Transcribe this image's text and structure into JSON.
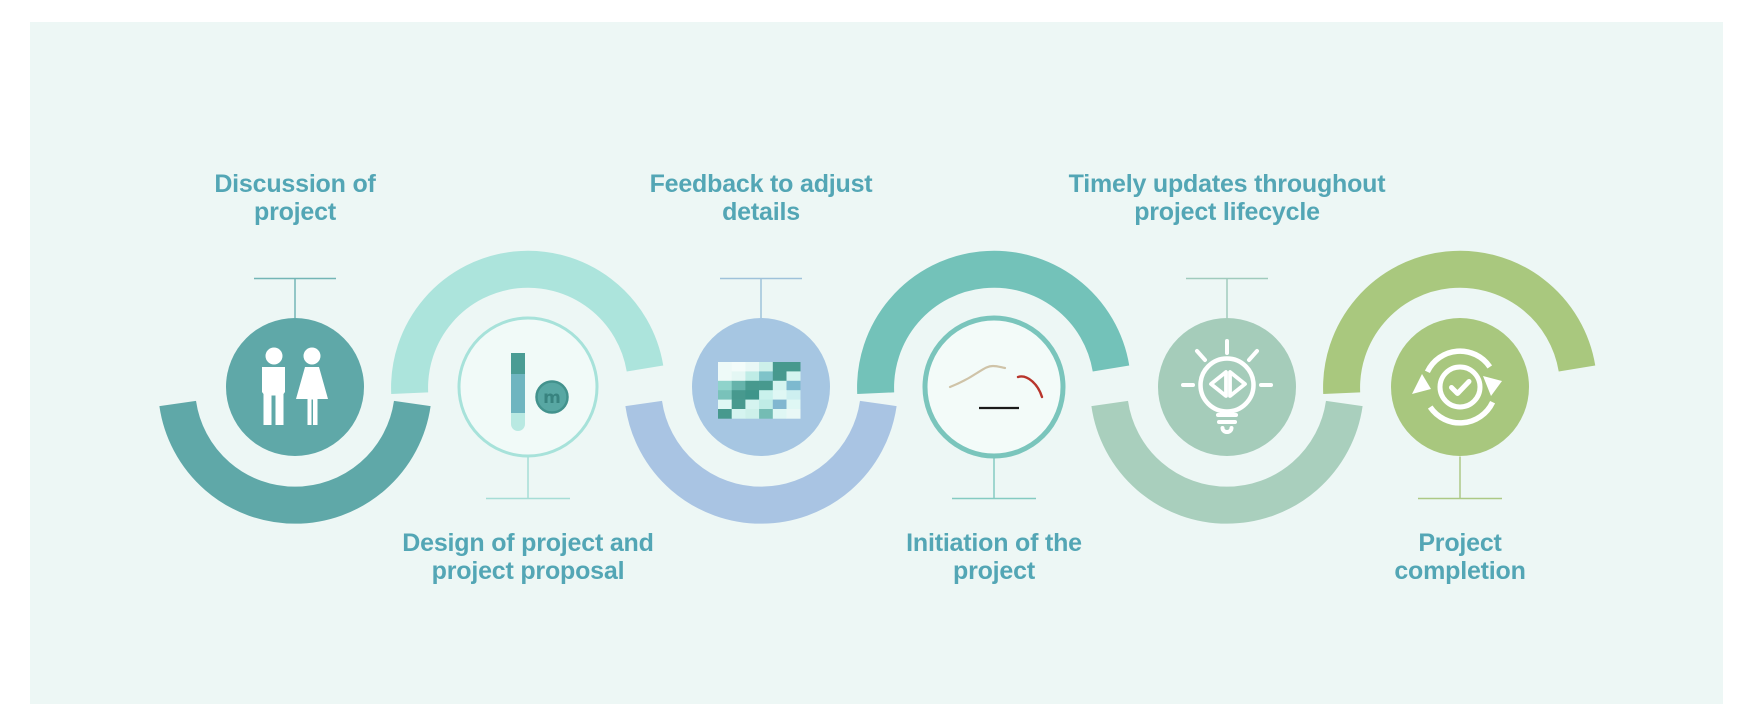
{
  "page": {
    "background": "#ffffff",
    "panel_color": "#edf7f5"
  },
  "labels": {
    "color": "#53a6b5"
  },
  "steps": [
    {
      "label": "Discussion of project",
      "lines": [
        "Discussion of",
        "project"
      ],
      "side": "top",
      "circle": "solid",
      "accent": "#5fa8a8",
      "ring": "#5fa8a8",
      "connector": "#74b6b6",
      "icon": "people-icon"
    },
    {
      "label": "Design of project and project proposal",
      "lines": [
        "Design of project and",
        "project proposal"
      ],
      "side": "bottom",
      "circle": "outline",
      "accent": "#a7e2da",
      "fill": "#f1faf8",
      "ring": "#ace4dc",
      "connector": "#a6ddd6",
      "icon": "test-tube-icon"
    },
    {
      "label": "Feedback to adjust details",
      "lines": [
        "Feedback to adjust",
        "details"
      ],
      "side": "top",
      "circle": "solid",
      "accent": "#a6c6e2",
      "ring": "#a9c4e3",
      "connector": "#9fc2da",
      "icon": "mosaic-chart-icon"
    },
    {
      "label": "Initiation of the project",
      "lines": [
        "Initiation of the",
        "project"
      ],
      "side": "bottom",
      "circle": "outline",
      "accent": "#7ac5bc",
      "fill": "#f3fbf9",
      "ring": "#73c2b9",
      "connector": "#85cbc2",
      "icon": "sketch-chart-icon"
    },
    {
      "label": "Timely updates throughout project lifecycle",
      "lines": [
        "Timely updates throughout",
        "project lifecycle"
      ],
      "side": "top",
      "circle": "solid",
      "accent": "#a5ccba",
      "ring": "#a9cfbd",
      "connector": "#a0cbbd",
      "icon": "lightbulb-code-icon"
    },
    {
      "label": "Project completion",
      "lines": [
        "Project",
        "completion"
      ],
      "side": "bottom",
      "circle": "solid",
      "accent": "#a8c77e",
      "ring": "#a9c87e",
      "connector": "#adc986",
      "icon": "sync-check-icon"
    }
  ],
  "icons": {
    "people": {
      "fill": "#ffffff"
    },
    "test_tube": {
      "top": "#4a9c94",
      "mid": "#6fb5c0",
      "bottom": "#b9e9e2",
      "coin_fill": "#58a7a3",
      "coin_border": "#43928d",
      "letter": "m",
      "letter_color": "#38837f"
    },
    "mosaic": {
      "grid": [
        [
          "#eefaf8",
          "#f3fcfa",
          "#e9f8f6",
          "#cdf0ea",
          "#47998e",
          "#47998e"
        ],
        [
          "#eefaf8",
          "#e4f7f4",
          "#bfece6",
          "#7fc3c9",
          "#47998e",
          "#d5f4f0"
        ],
        [
          "#8fd3cb",
          "#66b3ab",
          "#47998e",
          "#47998e",
          "#d5f4f0",
          "#7db9cf"
        ],
        [
          "#79c2ba",
          "#47998e",
          "#3f958a",
          "#c9f1ec",
          "#dff7f4",
          "#cdeff0"
        ],
        [
          "#dff7f4",
          "#47998e",
          "#d5f4f0",
          "#bfece6",
          "#81b7d0",
          "#dff7f4"
        ],
        [
          "#47998e",
          "#d5f4f0",
          "#cdf0ea",
          "#74bcb4",
          "#dff7f4",
          "#e9f8f6"
        ]
      ]
    },
    "sketch": {
      "wave": "#cfc3a8",
      "arc": "#b8352c",
      "line": "#1a1a1a"
    },
    "lightbulb": {
      "stroke": "#ffffff"
    },
    "sync": {
      "stroke": "#ffffff"
    }
  }
}
